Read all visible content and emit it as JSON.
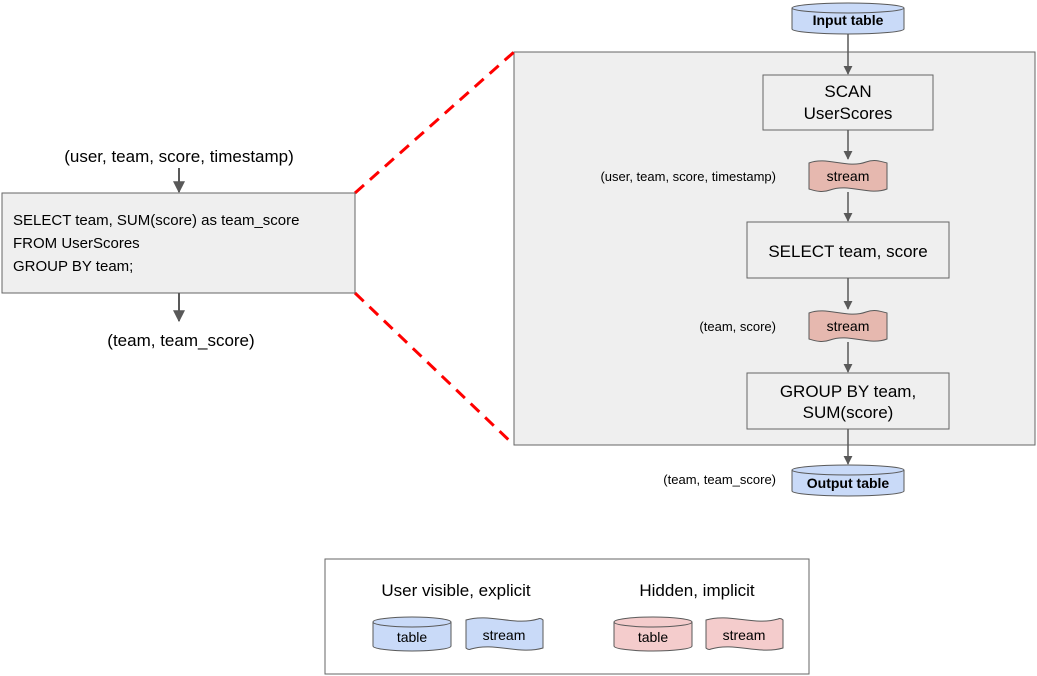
{
  "query": {
    "input_schema": "(user, team, score, timestamp)",
    "sql_lines": [
      "SELECT team, SUM(score) as team_score",
      "FROM UserScores",
      "GROUP BY team;"
    ],
    "output_schema": "(team, team_score)"
  },
  "plan": {
    "input_table": "Input table",
    "scan_lines": [
      "SCAN",
      "UserScores"
    ],
    "stream_1": "stream",
    "stream_1_schema": "(user, team, score, timestamp)",
    "select_label": "SELECT team, score",
    "stream_2": "stream",
    "stream_2_schema": "(team, score)",
    "group_lines": [
      "GROUP BY team,",
      "SUM(score)"
    ],
    "output_schema": "(team, team_score)",
    "output_table": "Output table"
  },
  "legend": {
    "visible_title": "User visible, explicit",
    "hidden_title": "Hidden, implicit",
    "visible_table": "table",
    "visible_stream": "stream",
    "hidden_table": "table",
    "hidden_stream": "stream"
  },
  "colors": {
    "table_blue": "#c9daf8",
    "stream_red": "#e6b8af",
    "table_pink": "#f4cccc",
    "panel_gray": "#efefef",
    "zoom_red": "#ff0000",
    "arrow": "#595959"
  }
}
